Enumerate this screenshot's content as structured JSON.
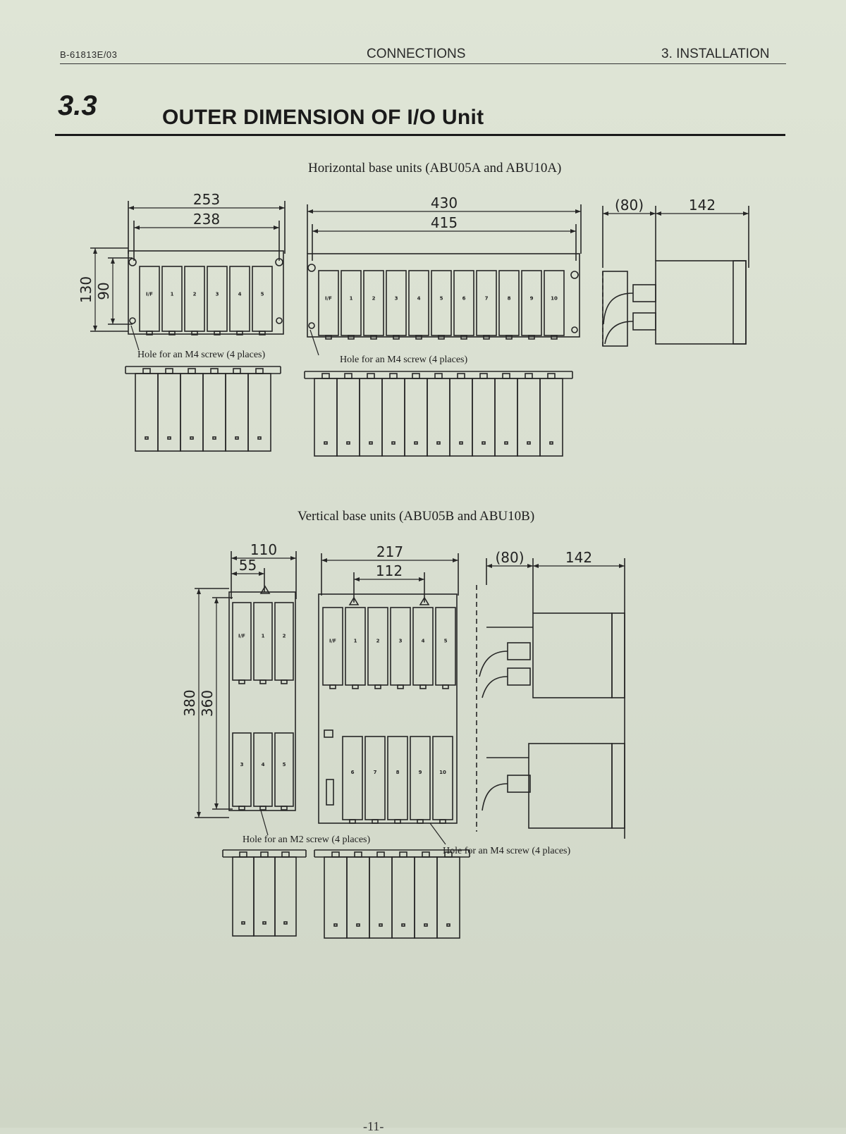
{
  "header": {
    "doc_code": "B-61813E/03",
    "center": "CONNECTIONS",
    "right": "3. INSTALLATION"
  },
  "section": {
    "number": "3.3",
    "title": "OUTER DIMENSION OF I/O Unit"
  },
  "horizontal": {
    "caption": "Horizontal base units (ABU05A and ABU10A)",
    "abu05a": {
      "overall": "253",
      "pitch": "238",
      "height_overall": "130",
      "height_pitch": "90",
      "hole_note": "Hole for an M4 screw (4 places)",
      "slots": [
        "I/F",
        "1",
        "2",
        "3",
        "4",
        "5"
      ]
    },
    "abu10a": {
      "overall": "430",
      "pitch": "415",
      "hole_note": "Hole for an M4 screw (4 places)",
      "slots": [
        "I/F",
        "1",
        "2",
        "3",
        "4",
        "5",
        "6",
        "7",
        "8",
        "9",
        "10"
      ]
    },
    "side": {
      "depth_clearance": "(80)",
      "depth": "142"
    }
  },
  "vertical": {
    "caption": "Vertical base units (ABU05B and ABU10B)",
    "abu05b": {
      "overall": "110",
      "pitch": "55",
      "height_overall": "380",
      "height_pitch": "360",
      "hole_note": "Hole for an M2 screw (4 places)",
      "top_slots": [
        "I/F",
        "1",
        "2"
      ],
      "bottom_slots": [
        "3",
        "4",
        "5"
      ]
    },
    "abu10b": {
      "overall": "217",
      "pitch": "112",
      "hole_note": "Hole for an M4 screw (4 places)",
      "top_slots": [
        "I/F",
        "1",
        "2",
        "3",
        "4",
        "5"
      ],
      "bottom_slots": [
        "6",
        "7",
        "8",
        "9",
        "10"
      ]
    },
    "side": {
      "depth_clearance": "(80)",
      "depth": "142"
    }
  },
  "footer": {
    "page": "-11-"
  }
}
